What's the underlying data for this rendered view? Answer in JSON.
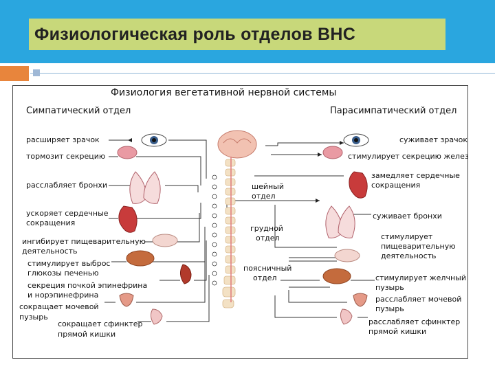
{
  "slide": {
    "title": "Физиологическая роль отделов ВНС",
    "colors": {
      "band": "#2aa6df",
      "title_box": "#c8d87a",
      "accent": "#e8853c"
    }
  },
  "diagram": {
    "title": "Физиология вегетативной нервной системы",
    "sympathetic_header": "Симпатический отдел",
    "parasympathetic_header": "Парасимпатический отдел",
    "sympathetic_effects": [
      "расширяет зрачок",
      "тормозит секрецию",
      "расслабляет бронхи",
      "ускоряет сердечные",
      "сокращения",
      "ингибирует пищеварительную",
      "деятельность",
      "стимулирует выброс",
      "глюкозы печенью",
      "секреция почкой эпинефрина",
      "и норэпинефрина",
      "сокращает мочевой",
      "пузырь",
      "сокращает сфинктер",
      "прямой кишки"
    ],
    "parasympathetic_effects": [
      "суживает зрачок",
      "стимулирует секрецию желез",
      "замедляет сердечные",
      "сокращения",
      "суживает бронхи",
      "стимулирует",
      "пищеварительную",
      "деятельность",
      "стимулирует желчный",
      "пузырь",
      "расслабляет мочевой",
      "пузырь",
      "расслабляет сфинктер",
      "прямой кишки"
    ],
    "spine_regions": [
      "шейный",
      "отдел",
      "грудной",
      "отдел",
      "поясничный",
      "отдел"
    ]
  }
}
